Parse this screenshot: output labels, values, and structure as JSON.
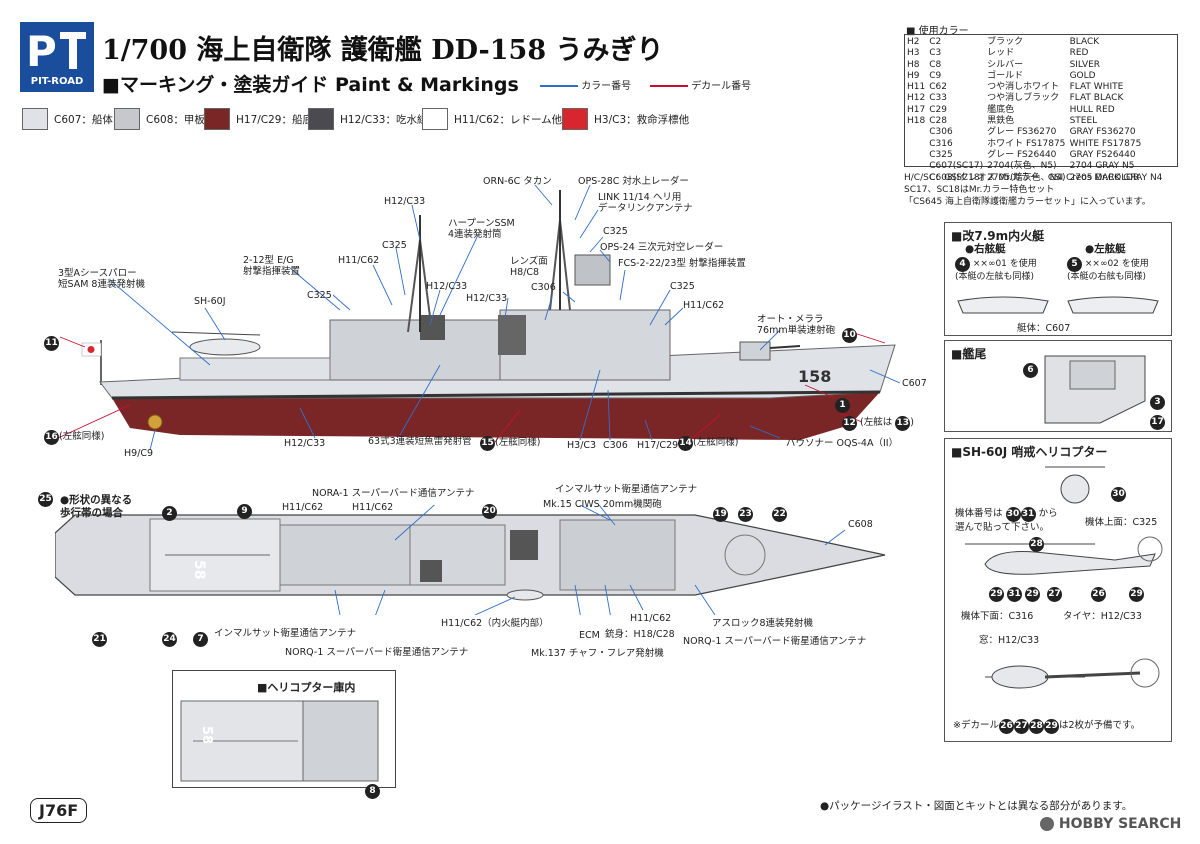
{
  "header": {
    "logo_text": "PIT-ROAD",
    "title": "1/700 海上自衛隊 護衛艦 DD-158 うみぎり",
    "subtitle": "■マーキング・塗装ガイド Paint & Markings",
    "legend_color": "カラー番号",
    "legend_decal": "デカール番号"
  },
  "swatches": [
    {
      "label": "C607：船体",
      "color": "#dfe3e8"
    },
    {
      "label": "C608：甲板",
      "color": "#c6c8ce"
    },
    {
      "label": "H17/C29：船底",
      "color": "#7a2626"
    },
    {
      "label": "H12/C33：吃水線他",
      "color": "#4a4a50"
    },
    {
      "label": "H11/C62：レドーム他",
      "color": "#ffffff"
    },
    {
      "label": "H3/C3：救命浮標他",
      "color": "#d8262e"
    }
  ],
  "paint_table": {
    "title": "■ 使用カラー",
    "rows": [
      [
        "H2",
        "C2",
        "ブラック",
        "BLACK"
      ],
      [
        "H3",
        "C3",
        "レッド",
        "RED"
      ],
      [
        "H8",
        "C8",
        "シルバー",
        "SILVER"
      ],
      [
        "H9",
        "C9",
        "ゴールド",
        "GOLD"
      ],
      [
        "H11",
        "C62",
        "つや消しホワイト",
        "FLAT WHITE"
      ],
      [
        "H12",
        "C33",
        "つや消しブラック",
        "FLAT BLACK"
      ],
      [
        "H17",
        "C29",
        "艦底色",
        "HULL RED"
      ],
      [
        "H18",
        "C28",
        "黒鉄色",
        "STEEL"
      ],
      [
        "",
        "C306",
        "グレー FS36270",
        "GRAY FS36270"
      ],
      [
        "",
        "C316",
        "ホワイト FS17875",
        "WHITE FS17875"
      ],
      [
        "",
        "C325",
        "グレー FS26440",
        "GRAY FS26440"
      ],
      [
        "",
        "C607(SC17)",
        "2704(灰色、N5)",
        "2704 GRAY N5"
      ],
      [
        "",
        "C608(SC18)",
        "2705(暗灰色、N4)",
        "2705 DARK GRAY N4"
      ]
    ],
    "notes": [
      "H/C/SC：GSIクレオス Mr.カラー　GSI Creos Mr.COLOR",
      "SC17、SC18はMr.カラー特色セット",
      "「CS645 海上自衛隊護衛艦カラーセット」に入っています。"
    ]
  },
  "side_labels": {
    "orn": "ORN-6C タカン",
    "ops28": "OPS-28C 対水上レーダー",
    "link": "LINK 11/14 ヘリ用\nデータリンクアンテナ",
    "c325a": "C325",
    "ops24": "OPS-24 三次元対空レーダー",
    "harpoon": "ハープーンSSM\n4連装発射筒",
    "h12a": "H12/C33",
    "lens": "レンズ面\nH8/C8",
    "c306a": "C306",
    "fcs": "FCS-2-22/23型 射撃指揮装置",
    "c325b": "C325",
    "h11a": "H11/C62",
    "eg": "2-12型 E/G\n射撃指揮装置",
    "h11b": "H11/C62",
    "c325c": "C325",
    "h12b": "H12/C33",
    "h12c": "H12/C33",
    "c325d": "C325",
    "seasparrow": "3型Aシースパロー\n短SAM 8連装発射機",
    "sh60": "SH-60J",
    "oto": "オート・メララ\n76mm単装速射砲",
    "c607": "C607",
    "port13": "(左舷は",
    "port16": "(左舷同様)",
    "h9": "H9/C9",
    "h12d": "H12/C33",
    "torp": "63式3連装短魚雷発射管",
    "port15": "(左舷同様)",
    "h3": "H3/C3",
    "c306b": "C306",
    "h17": "H17/C29",
    "port14": "(左舷同様)",
    "sonar": "バウソナー OQS-4A（II）",
    "hull_number": "158"
  },
  "top_labels": {
    "walkway": "形状の異なる\n歩行帯の場合",
    "nora1": "NORA-1 スーパーバード通信アンテナ",
    "h11a": "H11/C62",
    "h11b": "H11/C62",
    "inmarsat_top": "インマルサット衛星通信アンテナ",
    "ciws": "Mk.15 CIWS 20mm機関砲",
    "c608": "C608",
    "inmarsat_bottom": "インマルサット衛星通信アンテナ",
    "norq_left": "NORQ-1 スーパーバード衛星通信アンテナ",
    "h11_boat": "H11/C62（内火艇内部）",
    "ecm": "ECM",
    "gun_body": "銃身：H18/C28",
    "h11c": "H11/C62",
    "asroc": "アスロック8連装発射機",
    "norq_right": "NORQ-1 スーパーバード衛星通信アンテナ",
    "chaff": "Mk.137 チャフ・フレア発射機",
    "deck_number": "58"
  },
  "hangar": {
    "title": "■ヘリコプター庫内"
  },
  "boat_panel": {
    "title": "■改7.9m内火艇",
    "starboard": "●右舷艇",
    "port": "●左舷艇",
    "starboard_text": "を使用\n(本艇の左舷も同様)",
    "port_text": "を使用\n(本艇の右舷も同様)",
    "hull": "艇体：C607"
  },
  "stern_panel": {
    "title": "■艦尾"
  },
  "heli_panel": {
    "title": "■SH-60J 哨戒ヘリコプター",
    "number_text": "機体番号は",
    "number_text2": "から\n選んで貼って下さい。",
    "upper": "機体上面：C325",
    "lower": "機体下面：C316",
    "tire": "タイヤ：H12/C33",
    "window": "窓：H12/C33",
    "decal_note": "※デカール",
    "decal_note2": "は2枚が予備です。"
  },
  "footer": {
    "code": "J76F",
    "note": "●パッケージイラスト・図面とキットとは異なる部分があります。",
    "watermark": "HOBBY SEARCH"
  }
}
